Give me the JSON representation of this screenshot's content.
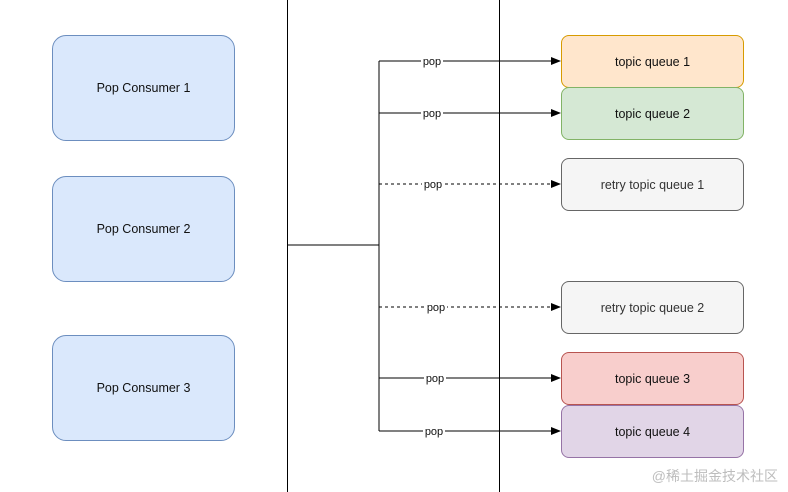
{
  "consumers": [
    {
      "label": "Pop Consumer 1"
    },
    {
      "label": "Pop Consumer 2"
    },
    {
      "label": "Pop Consumer 3"
    }
  ],
  "queues": [
    {
      "label": "topic queue 1",
      "style": "orange"
    },
    {
      "label": "topic queue 2",
      "style": "green"
    },
    {
      "label": "retry topic queue 1",
      "style": "gray"
    },
    {
      "label": "retry topic queue 2",
      "style": "gray"
    },
    {
      "label": "topic queue 3",
      "style": "red"
    },
    {
      "label": "topic queue 4",
      "style": "purple"
    }
  ],
  "edges": [
    {
      "label": "pop",
      "to": "topic queue 1",
      "dashed": false
    },
    {
      "label": "pop",
      "to": "topic queue 2",
      "dashed": false
    },
    {
      "label": "pop",
      "to": "retry topic queue 1",
      "dashed": true
    },
    {
      "label": "pop",
      "to": "retry topic queue 2",
      "dashed": true
    },
    {
      "label": "pop",
      "to": "topic queue 3",
      "dashed": false
    },
    {
      "label": "pop",
      "to": "topic queue 4",
      "dashed": false
    }
  ],
  "watermark": "@稀土掘金技术社区"
}
